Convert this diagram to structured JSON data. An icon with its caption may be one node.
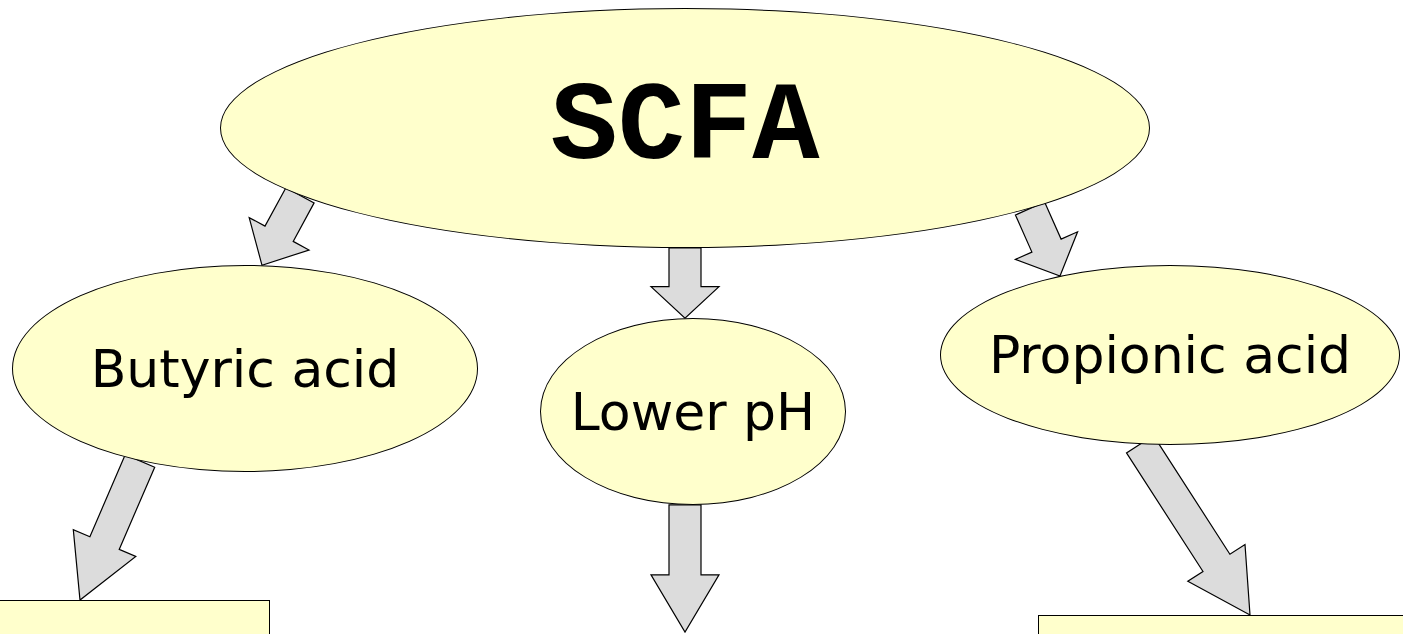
{
  "diagram": {
    "nodes": [
      {
        "text": [
          "SCFA"
        ]
      },
      {
        "text": [
          "Butyric acid"
        ]
      },
      {
        "text": [
          "Lower pH"
        ]
      },
      {
        "text": [
          "Propionic acid"
        ]
      },
      {
        "text": [],
        "shape": "box"
      },
      {
        "text": [],
        "shape": "box"
      }
    ],
    "edges": [
      {
        "from": 0,
        "to": 1,
        "arrow": "to"
      },
      {
        "from": 0,
        "to": 2,
        "arrow": "to"
      },
      {
        "from": 0,
        "to": 3,
        "arrow": "to"
      },
      {
        "from": 1,
        "to": 4,
        "arrow": "to"
      },
      {
        "from": 2,
        "to": null,
        "arrow": "to"
      },
      {
        "from": 3,
        "to": 5,
        "arrow": "to"
      }
    ]
  }
}
